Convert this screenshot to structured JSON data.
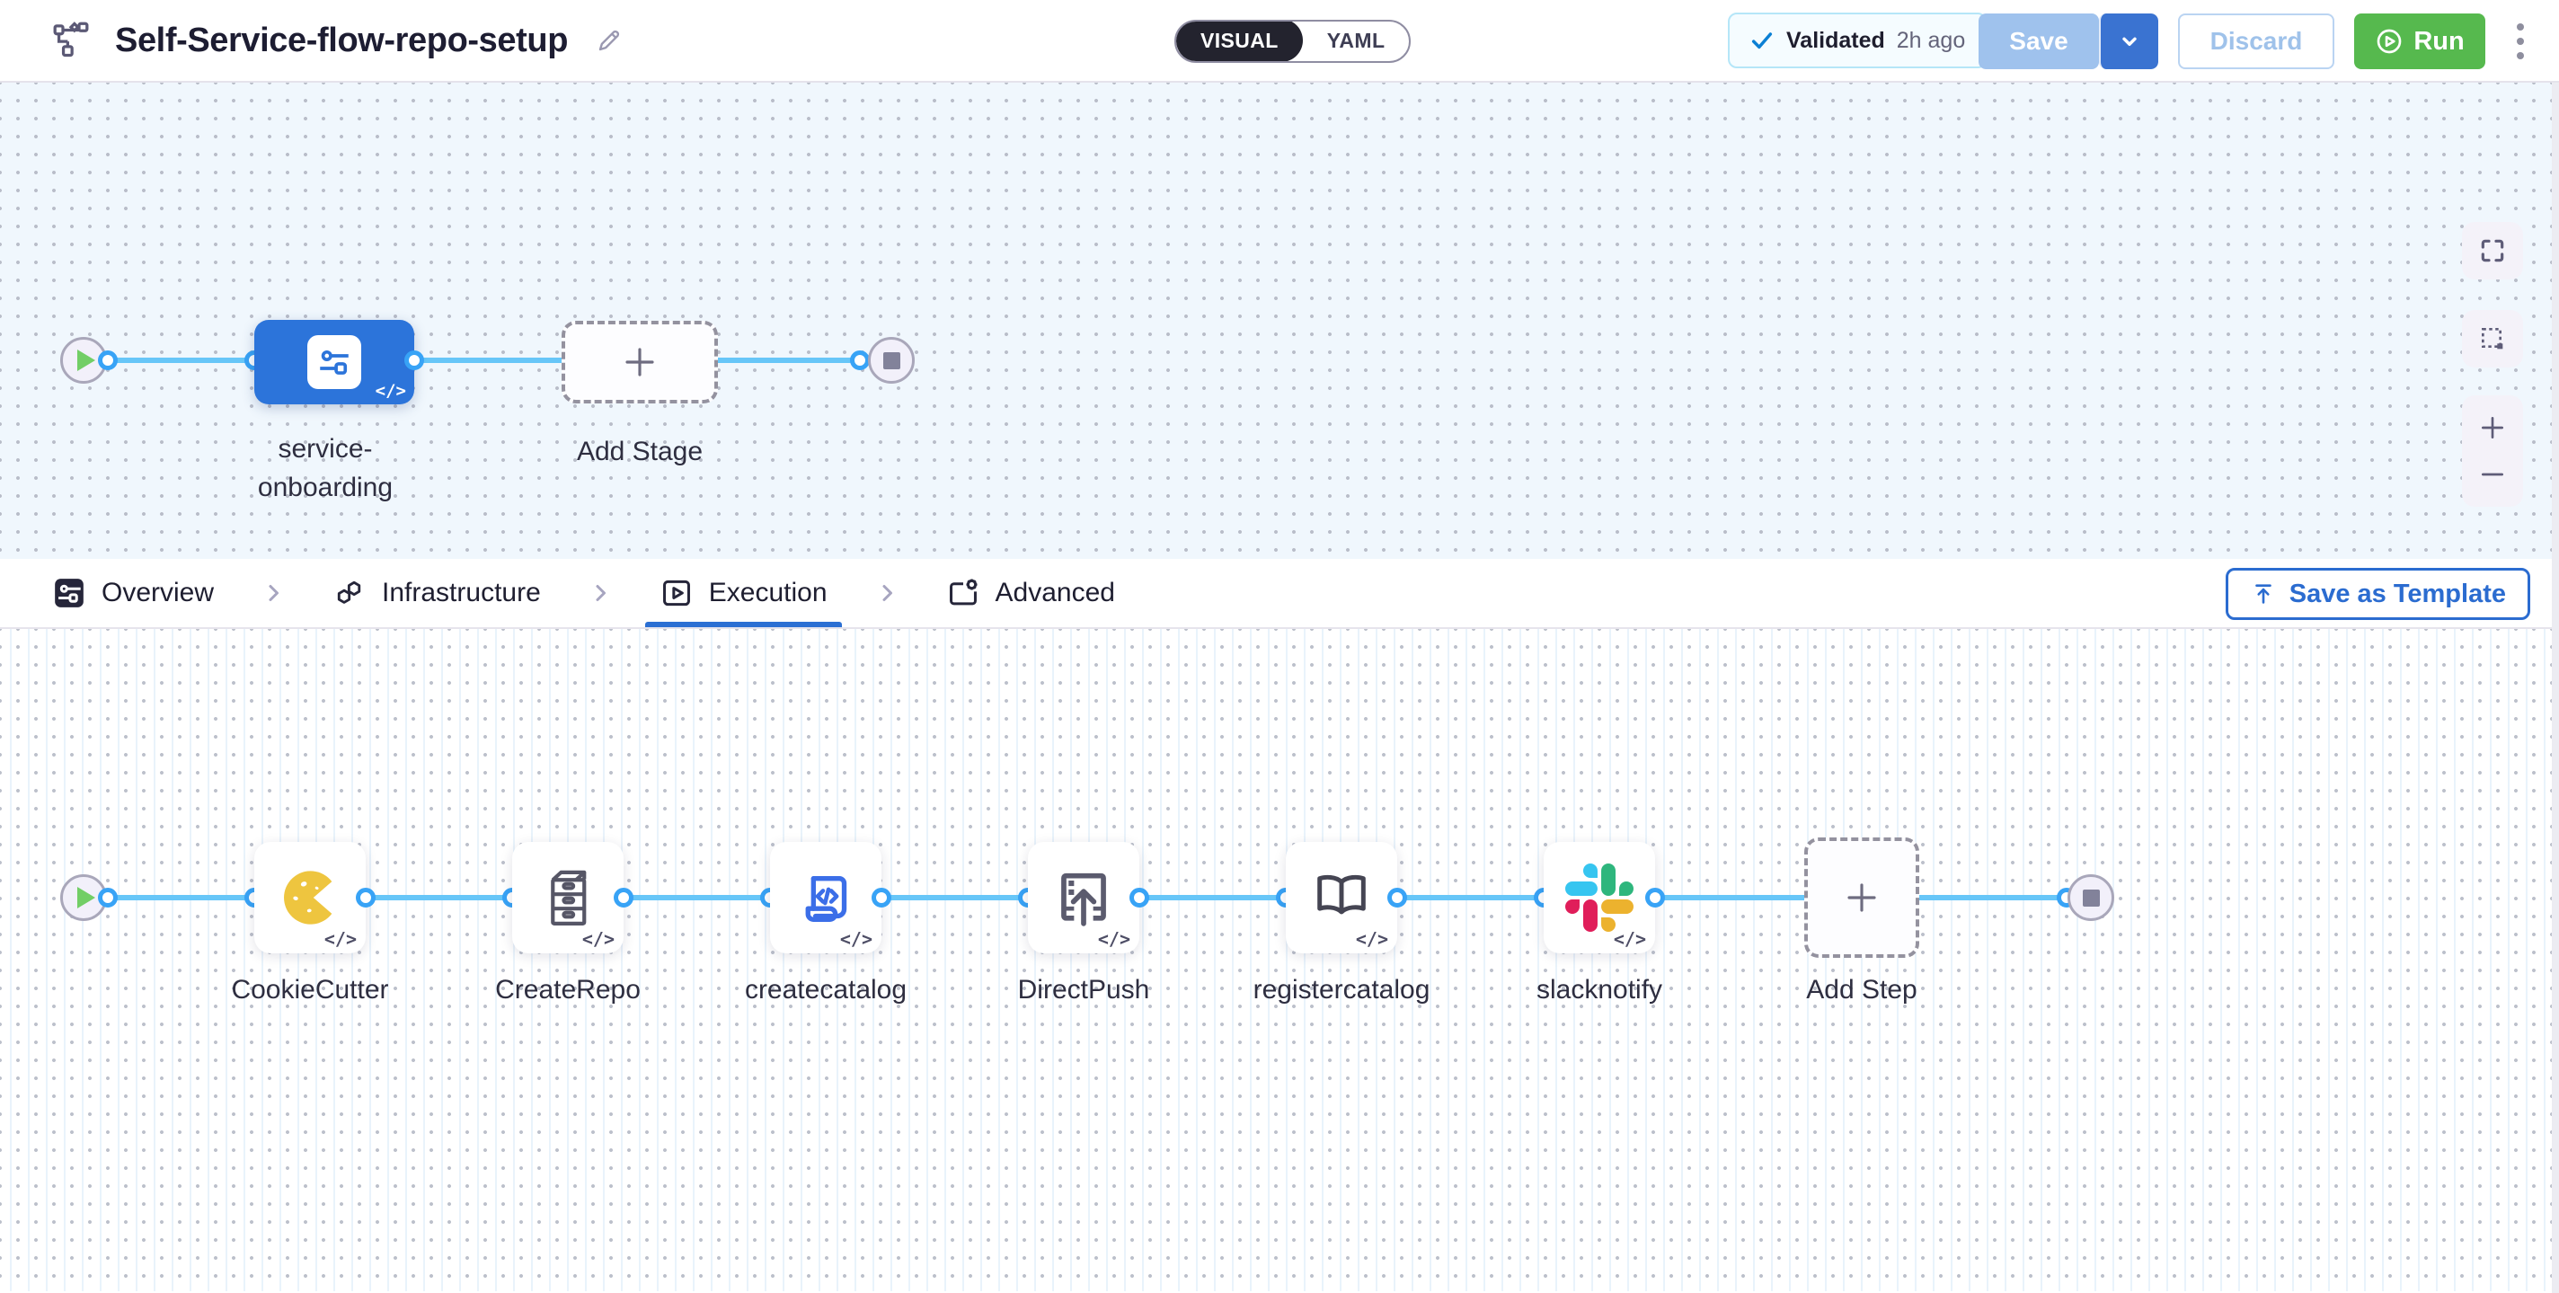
{
  "header": {
    "title": "Self-Service-flow-repo-setup",
    "mode_toggle": {
      "visual": "VISUAL",
      "yaml": "YAML",
      "active": "VISUAL"
    },
    "validation_badge": {
      "label": "Validated",
      "time": "2h ago"
    },
    "save_label": "Save",
    "discard_label": "Discard",
    "run_label": "Run"
  },
  "stage_canvas": {
    "stages": [
      {
        "label": "service-onboarding"
      }
    ],
    "add_stage_label": "Add Stage"
  },
  "tab_bar": {
    "tabs": [
      {
        "label": "Overview",
        "active": false
      },
      {
        "label": "Infrastructure",
        "active": false
      },
      {
        "label": "Execution",
        "active": true
      },
      {
        "label": "Advanced",
        "active": false
      }
    ],
    "save_as_template_label": "Save as Template"
  },
  "execution_canvas": {
    "steps": [
      {
        "label": "CookieCutter",
        "icon": "cookiecutter-icon"
      },
      {
        "label": "CreateRepo",
        "icon": "filing-cabinet-icon"
      },
      {
        "label": "createcatalog",
        "icon": "code-document-icon"
      },
      {
        "label": "DirectPush",
        "icon": "push-upload-icon"
      },
      {
        "label": "registercatalog",
        "icon": "open-book-icon"
      },
      {
        "label": "slacknotify",
        "icon": "slack-icon"
      }
    ],
    "add_step_label": "Add Step",
    "code_badge": "</>"
  },
  "colors": {
    "accent_blue": "#2B6FD3",
    "stage_blue": "#2C74DA",
    "connector_blue": "#67C6F8",
    "port_ring": "#38A3F6",
    "run_green": "#56B94E",
    "save_disabled": "#9FC2ED",
    "toggle_dark": "#23232E",
    "validated_border": "#B5E6F8"
  }
}
